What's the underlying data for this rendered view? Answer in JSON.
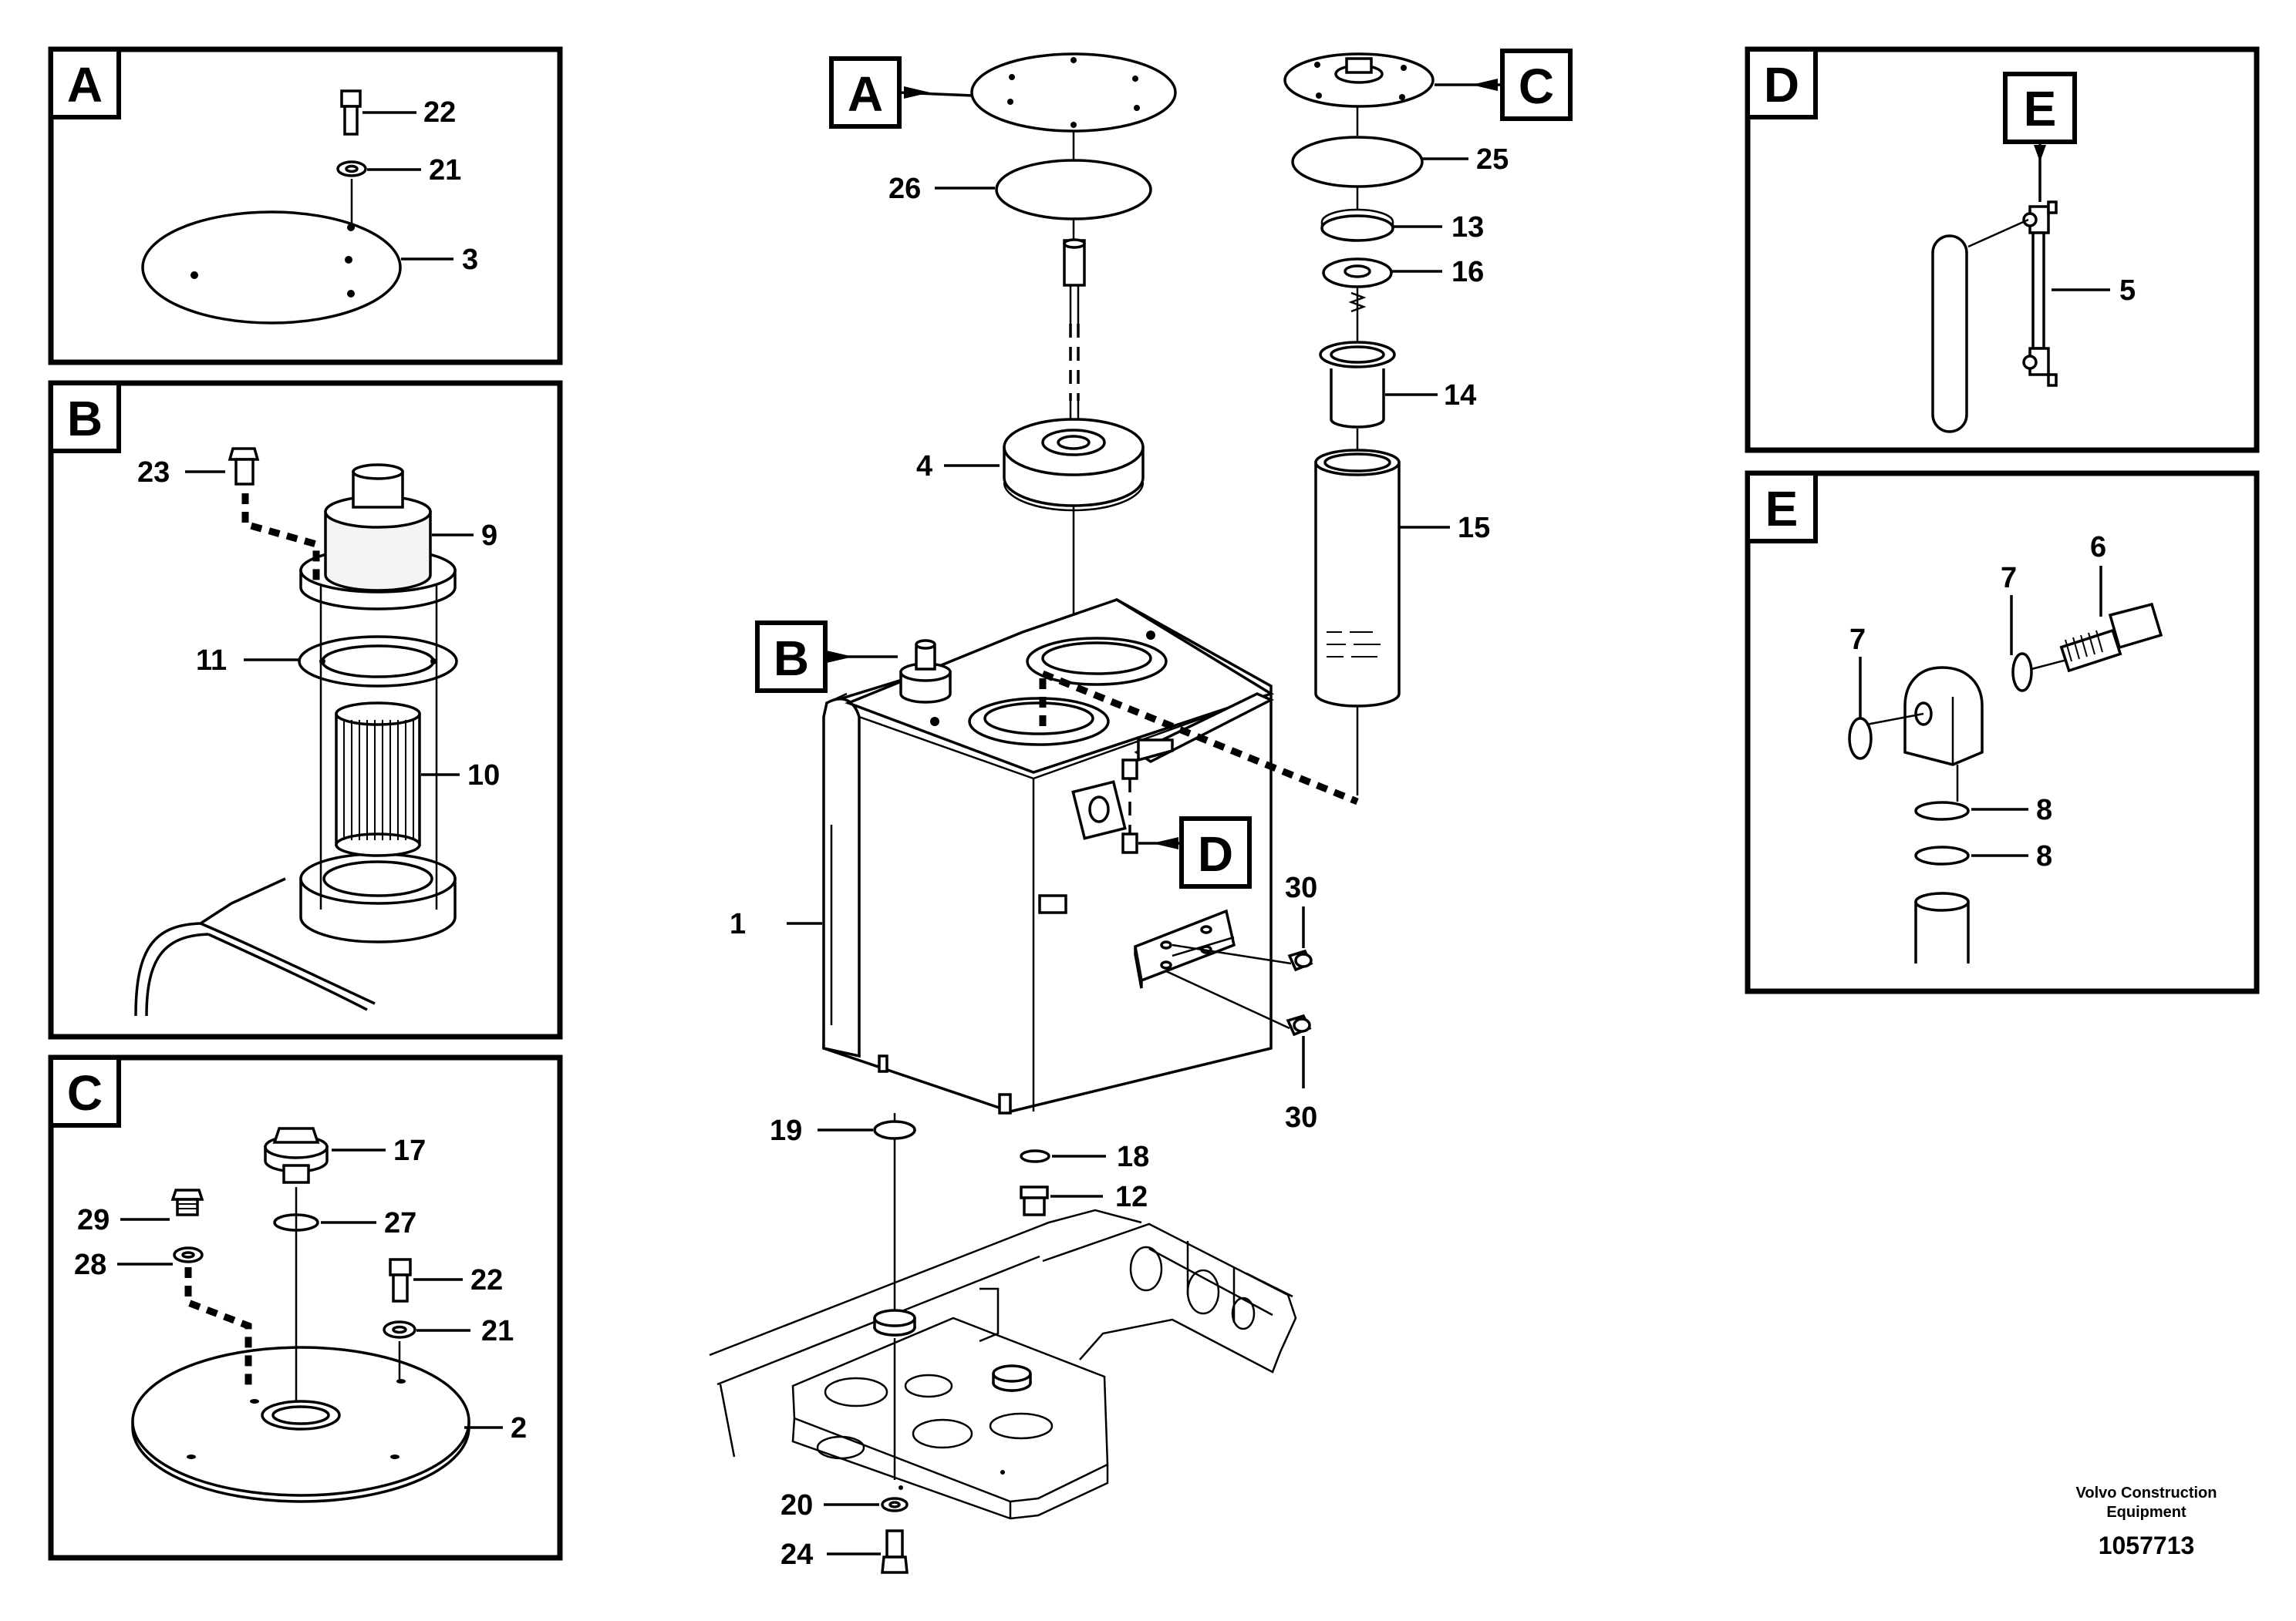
{
  "detail_tags": {
    "a": "A",
    "b": "B",
    "c": "C",
    "d": "D",
    "e": "E"
  },
  "part_numbers": {
    "p1": "1",
    "p2": "2",
    "p3": "3",
    "p4": "4",
    "p5": "5",
    "p6": "6",
    "p7": "7",
    "p8": "8",
    "p9": "9",
    "p10": "10",
    "p11": "11",
    "p12": "12",
    "p13": "13",
    "p14": "14",
    "p15": "15",
    "p16": "16",
    "p17": "17",
    "p18": "18",
    "p19": "19",
    "p20": "20",
    "p21": "21",
    "p22": "22",
    "p23": "23",
    "p24": "24",
    "p25": "25",
    "p26": "26",
    "p27": "27",
    "p28": "28",
    "p29": "29",
    "p30": "30"
  },
  "footer": {
    "brand_line1": "Volvo Construction",
    "brand_line2": "Equipment",
    "drawing_number": "1057713"
  }
}
